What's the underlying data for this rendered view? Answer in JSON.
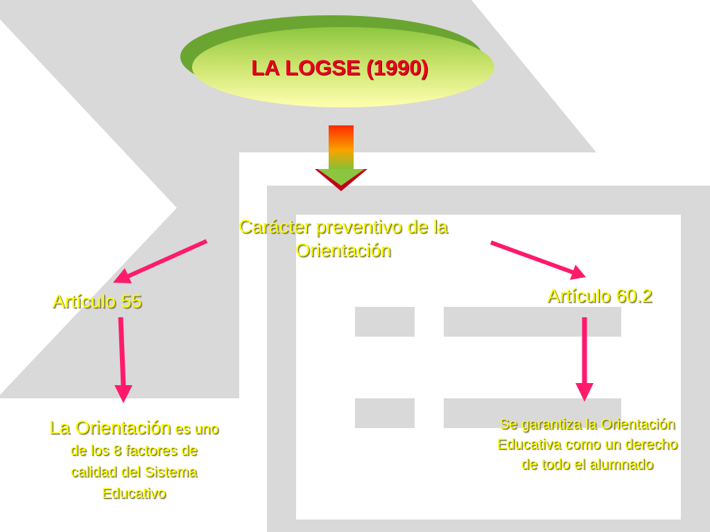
{
  "title": "LA LOGSE (1990)",
  "subtitle": {
    "line1": "Carácter preventivo de la",
    "line2": "Orientación"
  },
  "left": {
    "heading": "Artículo 55",
    "lead": "La Orientación",
    "rest_line1": " es uno",
    "line2": "de los 8 factores de",
    "line3": "calidad del Sistema",
    "line4": "Educativo"
  },
  "right": {
    "heading": "Artículo 60.2",
    "line1": "Se garantiza la Orientación",
    "line2": "Educativa como un derecho",
    "line3": "de todo el alumnado"
  },
  "colors": {
    "text_yellow": "#ffff00",
    "title_red": "#e8001c",
    "arrow_pink": "#ff1a6b",
    "background_gray": "#d9d9d9",
    "ellipse_green": "#8cc63f"
  }
}
